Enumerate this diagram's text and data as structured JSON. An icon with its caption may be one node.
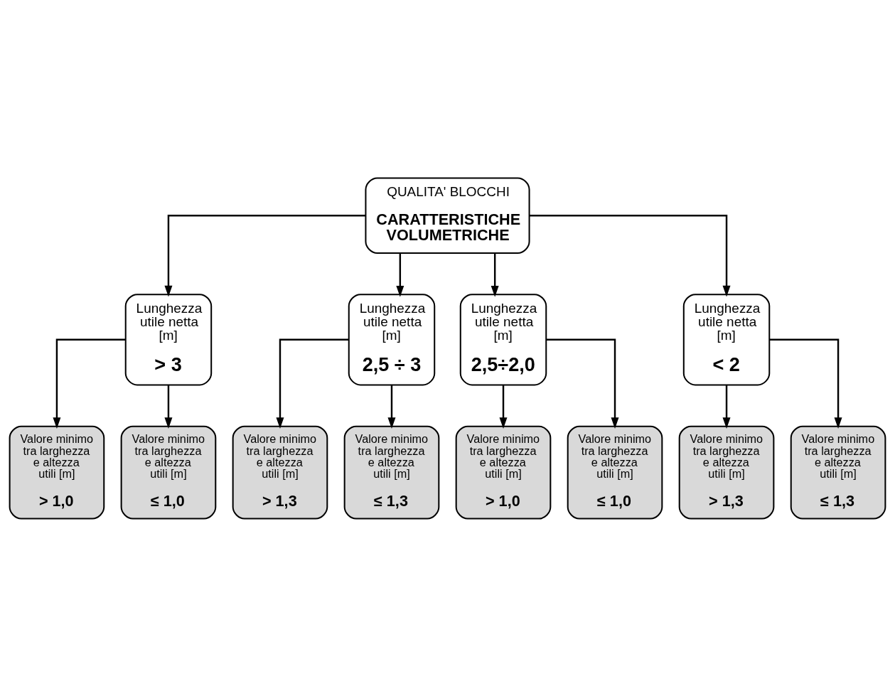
{
  "diagram": {
    "nodes": [
      {
        "text": [
          "QUALITA' BLOCCHI",
          "CARATTERISTICHE VOLUMETRICHE"
        ]
      },
      {
        "text": [
          "Lunghezza utile netta [m]",
          "> 3"
        ]
      },
      {
        "text": [
          "Lunghezza utile netta [m]",
          "2,5 ÷ 3"
        ]
      },
      {
        "text": [
          "Lunghezza utile netta [m]",
          "2,5÷2,0"
        ]
      },
      {
        "text": [
          "Lunghezza utile netta [m]",
          "< 2"
        ]
      },
      {
        "text": [
          "Valore minimo tra larghezza e altezza utili [m]",
          "> 1,0"
        ]
      },
      {
        "text": [
          "Valore minimo tra larghezza e altezza utili [m]",
          "≤ 1,0"
        ]
      },
      {
        "text": [
          "Valore minimo tra larghezza e altezza utili [m]",
          "> 1,3"
        ]
      },
      {
        "text": [
          "Valore minimo tra larghezza e altezza utili [m]",
          "≤ 1,3"
        ]
      },
      {
        "text": [
          "Valore minimo tra larghezza e altezza utili [m]",
          "> 1,0"
        ]
      },
      {
        "text": [
          "Valore minimo tra larghezza e altezza utili [m]",
          "≤ 1,0"
        ]
      },
      {
        "text": [
          "Valore minimo tra larghezza e altezza utili [m]",
          "> 1,3"
        ]
      },
      {
        "text": [
          "Valore minimo tra larghezza e altezza utili [m]",
          "≤ 1,3"
        ]
      }
    ],
    "edges": [
      {
        "from": 0,
        "to": 1,
        "arrow": "to"
      },
      {
        "from": 0,
        "to": 2,
        "arrow": "to"
      },
      {
        "from": 0,
        "to": 3,
        "arrow": "to"
      },
      {
        "from": 0,
        "to": 4,
        "arrow": "to"
      },
      {
        "from": 1,
        "to": 5,
        "arrow": "to"
      },
      {
        "from": 1,
        "to": 6,
        "arrow": "to"
      },
      {
        "from": 2,
        "to": 7,
        "arrow": "to"
      },
      {
        "from": 2,
        "to": 8,
        "arrow": "to"
      },
      {
        "from": 3,
        "to": 9,
        "arrow": "to"
      },
      {
        "from": 3,
        "to": 10,
        "arrow": "to"
      },
      {
        "from": 4,
        "to": 11,
        "arrow": "to"
      },
      {
        "from": 4,
        "to": 12,
        "arrow": "to"
      }
    ]
  }
}
